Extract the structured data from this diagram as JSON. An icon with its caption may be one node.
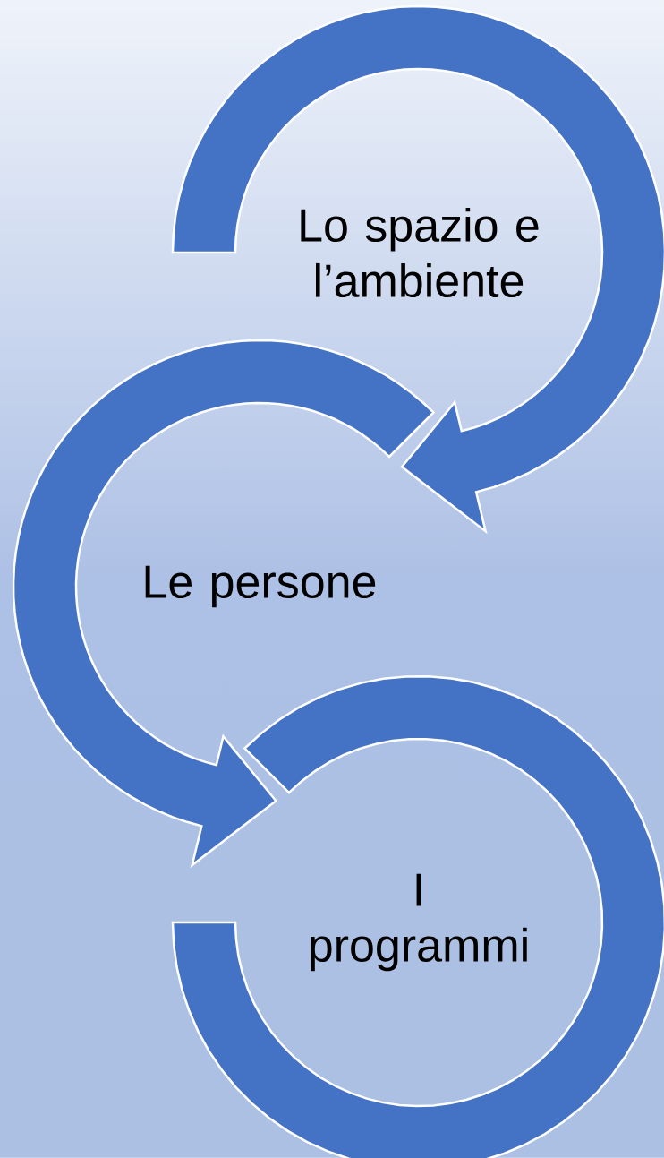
{
  "diagram": {
    "nodes": [
      {
        "text": [
          "Lo spazio e l’ambiente"
        ]
      },
      {
        "text": [
          "Le persone"
        ]
      },
      {
        "text": [
          "I programmi"
        ]
      }
    ],
    "edges": [
      {
        "from": 0,
        "to": 1,
        "arrow": "to"
      },
      {
        "from": 1,
        "to": 2,
        "arrow": "to"
      }
    ]
  }
}
